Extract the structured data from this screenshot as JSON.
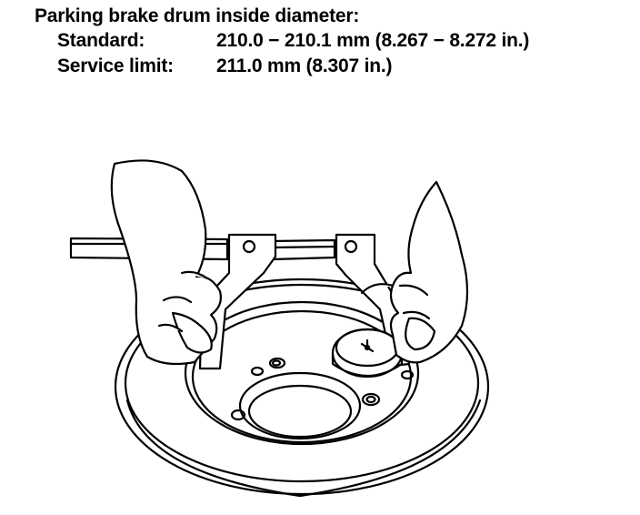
{
  "spec": {
    "heading": "Parking brake drum inside diameter:",
    "rows": [
      {
        "label": "Standard:",
        "value": "210.0 − 210.1 mm (8.267 − 8.272 in.)"
      },
      {
        "label": "Service limit:",
        "value": "211.0 mm (8.307 in.)"
      }
    ]
  }
}
